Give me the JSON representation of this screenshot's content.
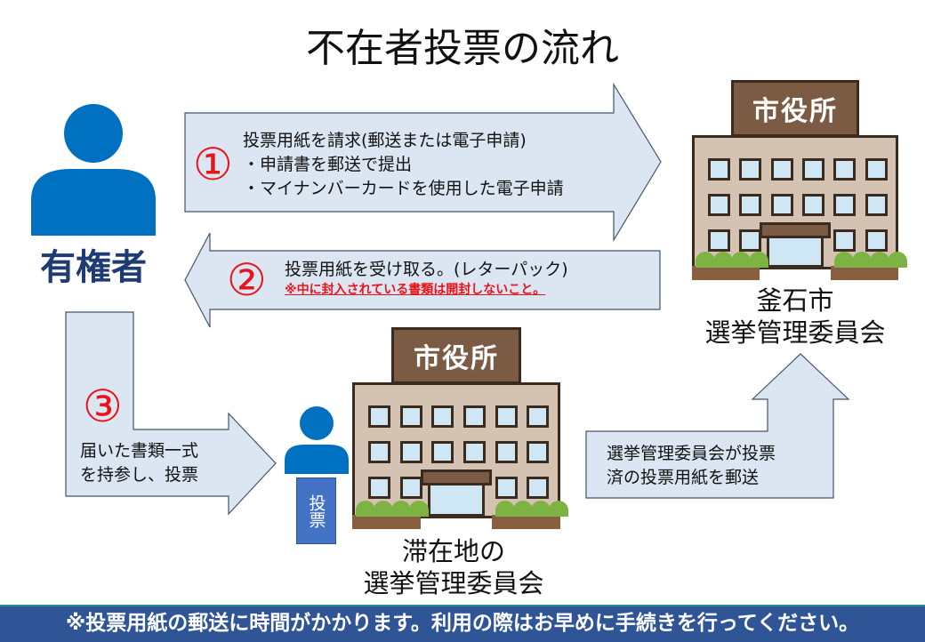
{
  "title": "不在者投票の流れ",
  "voter": {
    "label": "有権者",
    "color": "#0070c0"
  },
  "step1": {
    "number": "①",
    "lines": [
      "投票用紙を請求(郵送または電子申請)",
      "・申請書を郵送で提出",
      "・マイナンバーカードを使用した電子申請"
    ]
  },
  "step2": {
    "number": "②",
    "line": "投票用紙を受け取る。(レターパック)",
    "warning": "※中に封入されている書類は開封しないこと。"
  },
  "step3": {
    "number": "③",
    "lines": [
      "届いた書類一式",
      "を持参し、投票"
    ]
  },
  "step4": {
    "lines": [
      "選挙管理委員会が投票",
      "済の投票用紙を郵送"
    ]
  },
  "building_sign": "市役所",
  "kamaishi": {
    "lines": [
      "釜石市",
      "選挙管理委員会"
    ]
  },
  "local": {
    "lines": [
      "滞在地の",
      "選挙管理委員会"
    ]
  },
  "ballot_box": "投票",
  "footer": "※投票用紙の郵送に時間がかかります。利用の際はお早めに手続きを行ってください。",
  "colors": {
    "arrow_fill": "#dce6f2",
    "arrow_stroke": "#44546a",
    "accent_red": "#e8141a",
    "footer_bg": "#2f5597",
    "ballot_box": "#4472c4"
  }
}
